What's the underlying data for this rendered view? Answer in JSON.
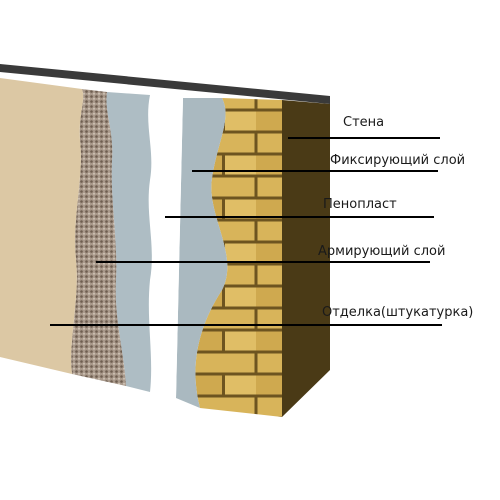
{
  "diagram": {
    "labels": [
      {
        "id": "wall",
        "text": "Стена"
      },
      {
        "id": "fixing",
        "text": "Фиксирующий слой"
      },
      {
        "id": "foam",
        "text": "Пенопласт"
      },
      {
        "id": "reinforcing",
        "text": "Армирующий слой"
      },
      {
        "id": "finish",
        "text": "Отделка(штукатурка)"
      }
    ]
  },
  "colors": {
    "plaster": "#dcc8a4",
    "mesh": "#8a7865",
    "reinforcing": "#aebdc4",
    "foam": "#ffffff",
    "fixing": "#aab9c0",
    "brick": "#d9b55b",
    "mortar": "#6d5420",
    "top_edge": "#3a3a3a"
  }
}
